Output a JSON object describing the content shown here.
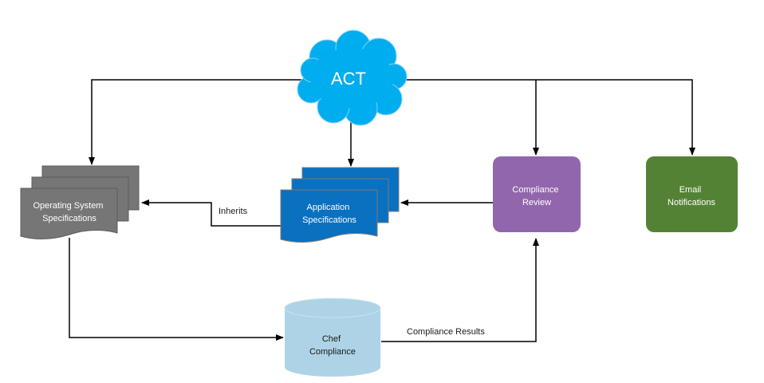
{
  "nodes": {
    "act": {
      "label": "ACT",
      "color": "#00adef",
      "icon": "cloud"
    },
    "os_specs": {
      "line1": "Operating System",
      "line2": "Specifications",
      "color": "#767676",
      "icon": "multi-document"
    },
    "app_specs": {
      "line1": "Application",
      "line2": "Specifications",
      "color": "#0a70c0",
      "icon": "multi-document"
    },
    "compliance_review": {
      "line1": "Compliance",
      "line2": "Review",
      "color": "#9266ac"
    },
    "email_notifications": {
      "line1": "Email",
      "line2": "Notifications",
      "color": "#548235"
    },
    "chef_compliance": {
      "line1": "Chef",
      "line2": "Compliance",
      "color": "#aed3e6",
      "icon": "database-cylinder"
    }
  },
  "edges": {
    "inherits": {
      "label": "Inherits"
    },
    "compliance_results": {
      "label": "Compliance Results"
    }
  },
  "colors": {
    "arrow": "#000000",
    "white_text": "#ffffff",
    "dark_text": "#1a1a1a"
  }
}
